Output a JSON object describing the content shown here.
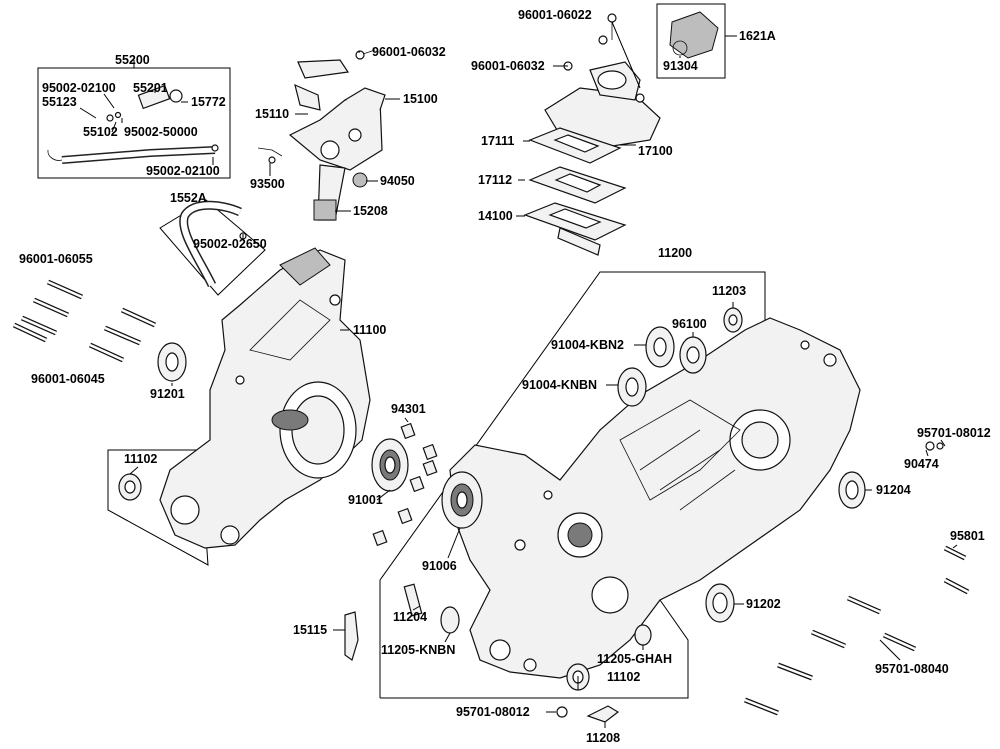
{
  "labels": [
    {
      "text": "55200"
    },
    {
      "text": "95002-02100"
    },
    {
      "text": "55201"
    },
    {
      "text": "55123"
    },
    {
      "text": "15772"
    },
    {
      "text": "55102"
    },
    {
      "text": "95002-50000"
    },
    {
      "text": "95002-02100"
    },
    {
      "text": "96001-06032"
    },
    {
      "text": "15100"
    },
    {
      "text": "15110"
    },
    {
      "text": "93500"
    },
    {
      "text": "94050"
    },
    {
      "text": "15208"
    },
    {
      "text": "1552A"
    },
    {
      "text": "95002-02650"
    },
    {
      "text": "96001-06022"
    },
    {
      "text": "96001-06032"
    },
    {
      "text": "1621A"
    },
    {
      "text": "91304"
    },
    {
      "text": "17111"
    },
    {
      "text": "17100"
    },
    {
      "text": "17112"
    },
    {
      "text": "14100"
    },
    {
      "text": "11200"
    },
    {
      "text": "96001-06055"
    },
    {
      "text": "11100"
    },
    {
      "text": "11203"
    },
    {
      "text": "96100"
    },
    {
      "text": "91004-KBN2"
    },
    {
      "text": "91004-KNBN"
    },
    {
      "text": "96001-06045"
    },
    {
      "text": "91201"
    },
    {
      "text": "94301"
    },
    {
      "text": "95701-08012"
    },
    {
      "text": "90474"
    },
    {
      "text": "11102"
    },
    {
      "text": "91001"
    },
    {
      "text": "91204"
    },
    {
      "text": "91006"
    },
    {
      "text": "95801"
    },
    {
      "text": "11204"
    },
    {
      "text": "91202"
    },
    {
      "text": "15115"
    },
    {
      "text": "11205-KNBN"
    },
    {
      "text": "11205-GHAH"
    },
    {
      "text": "95701-08040"
    },
    {
      "text": "11102"
    },
    {
      "text": "95701-08012"
    },
    {
      "text": "11208"
    }
  ]
}
